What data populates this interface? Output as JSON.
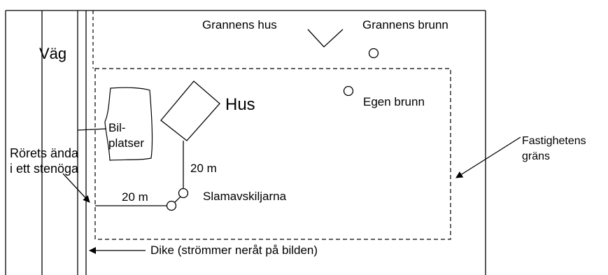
{
  "labels": {
    "road": "Väg",
    "neighbor_house": "Grannens hus",
    "neighbor_well": "Grannens brunn",
    "house": "Hus",
    "own_well": "Egen brunn",
    "parking_line1": "Bil-",
    "parking_line2": "platser",
    "pipe_end_line1": "Rörets ända",
    "pipe_end_line2": "i ett stenöga",
    "distance_vertical": "20 m",
    "distance_horizontal": "20 m",
    "septic_tanks": "Slamavskiljarna",
    "property_line1": "Fastighetens",
    "property_line2": "gräns",
    "ditch": "Dike (strömmer neråt på bilden)"
  },
  "colors": {
    "stroke": "#000000",
    "background": "#ffffff"
  }
}
